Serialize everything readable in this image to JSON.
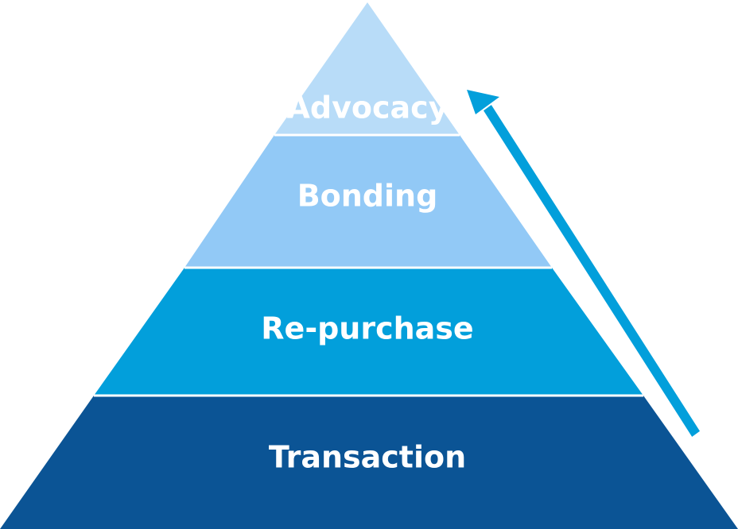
{
  "diagram": {
    "type": "pyramid",
    "tiers": [
      {
        "label": "Advocacy",
        "color": "#b8dcf8"
      },
      {
        "label": "Bonding",
        "color": "#92c9f6"
      },
      {
        "label": "Re-purchase",
        "color": "#029fdb"
      },
      {
        "label": "Transaction",
        "color": "#0b5495"
      }
    ],
    "arrow": {
      "direction": "up",
      "color": "#029fdb"
    }
  }
}
